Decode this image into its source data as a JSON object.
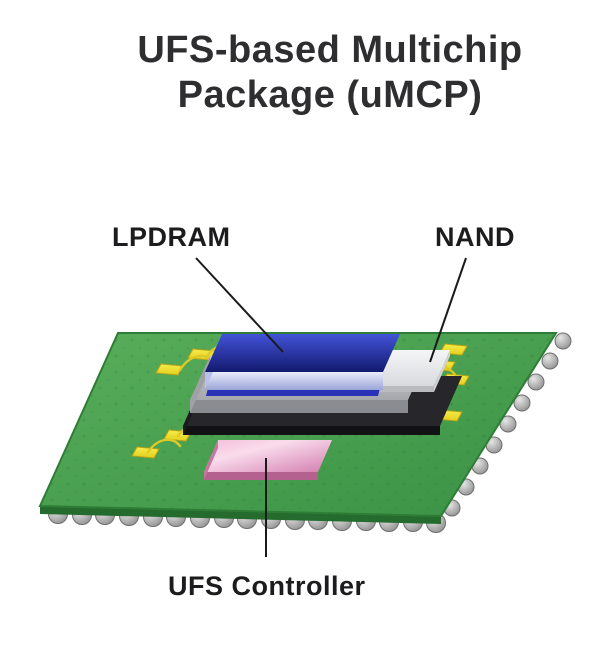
{
  "title": {
    "line1": "UFS-based Multichip",
    "line2": "Package (uMCP)"
  },
  "labels": {
    "lpdram": "LPDRAM",
    "nand": "NAND",
    "ufs_controller": "UFS Controller"
  },
  "colors": {
    "background": "#ffffff",
    "title_text": "#2e2e30",
    "label_text": "#1c1c1e",
    "leader_line": "#1a1a1a",
    "board_light": "#58ae5a",
    "board_dark": "#3a9145",
    "board_outline": "#2e7d36",
    "board_edge": "#256b2e",
    "board_speckle": "#2c7a35",
    "ball_light": "#e6e6e6",
    "ball_dark": "#8f8f8f",
    "ball_outline": "#6f6f6f",
    "pad_light": "#f8ec4a",
    "pad_dark": "#e2cf1d",
    "pad_outline": "#b8a318",
    "wire_gold": "#ddca28",
    "substrate_top": "#26262b",
    "substrate_front": "#121215",
    "substrate_side": "#1b1b1f",
    "spacer_light": "#c7c9cd",
    "spacer_dark": "#a6a8ad",
    "spacer_front": "#8a8c91",
    "spacer_side": "#9fa1a6",
    "nand_light": "#f4f5f7",
    "nand_dark": "#d8dadd",
    "nand_front": "#b9bbbe",
    "nand_side": "#cfd1d4",
    "dram_top_light": "#4353d8",
    "dram_top_dark": "#121a6e",
    "dram_front_light": "#e9ecfa",
    "dram_front_dark": "#9ba4d9",
    "dram_side": "#b9c0e9",
    "dram_strip": "#2a33b8",
    "pink_light": "#fadcec",
    "pink_mid": "#f3bcd9",
    "pink_dark": "#d27dae",
    "pink_front": "#b5618f",
    "pink_side": "#c9739f"
  }
}
